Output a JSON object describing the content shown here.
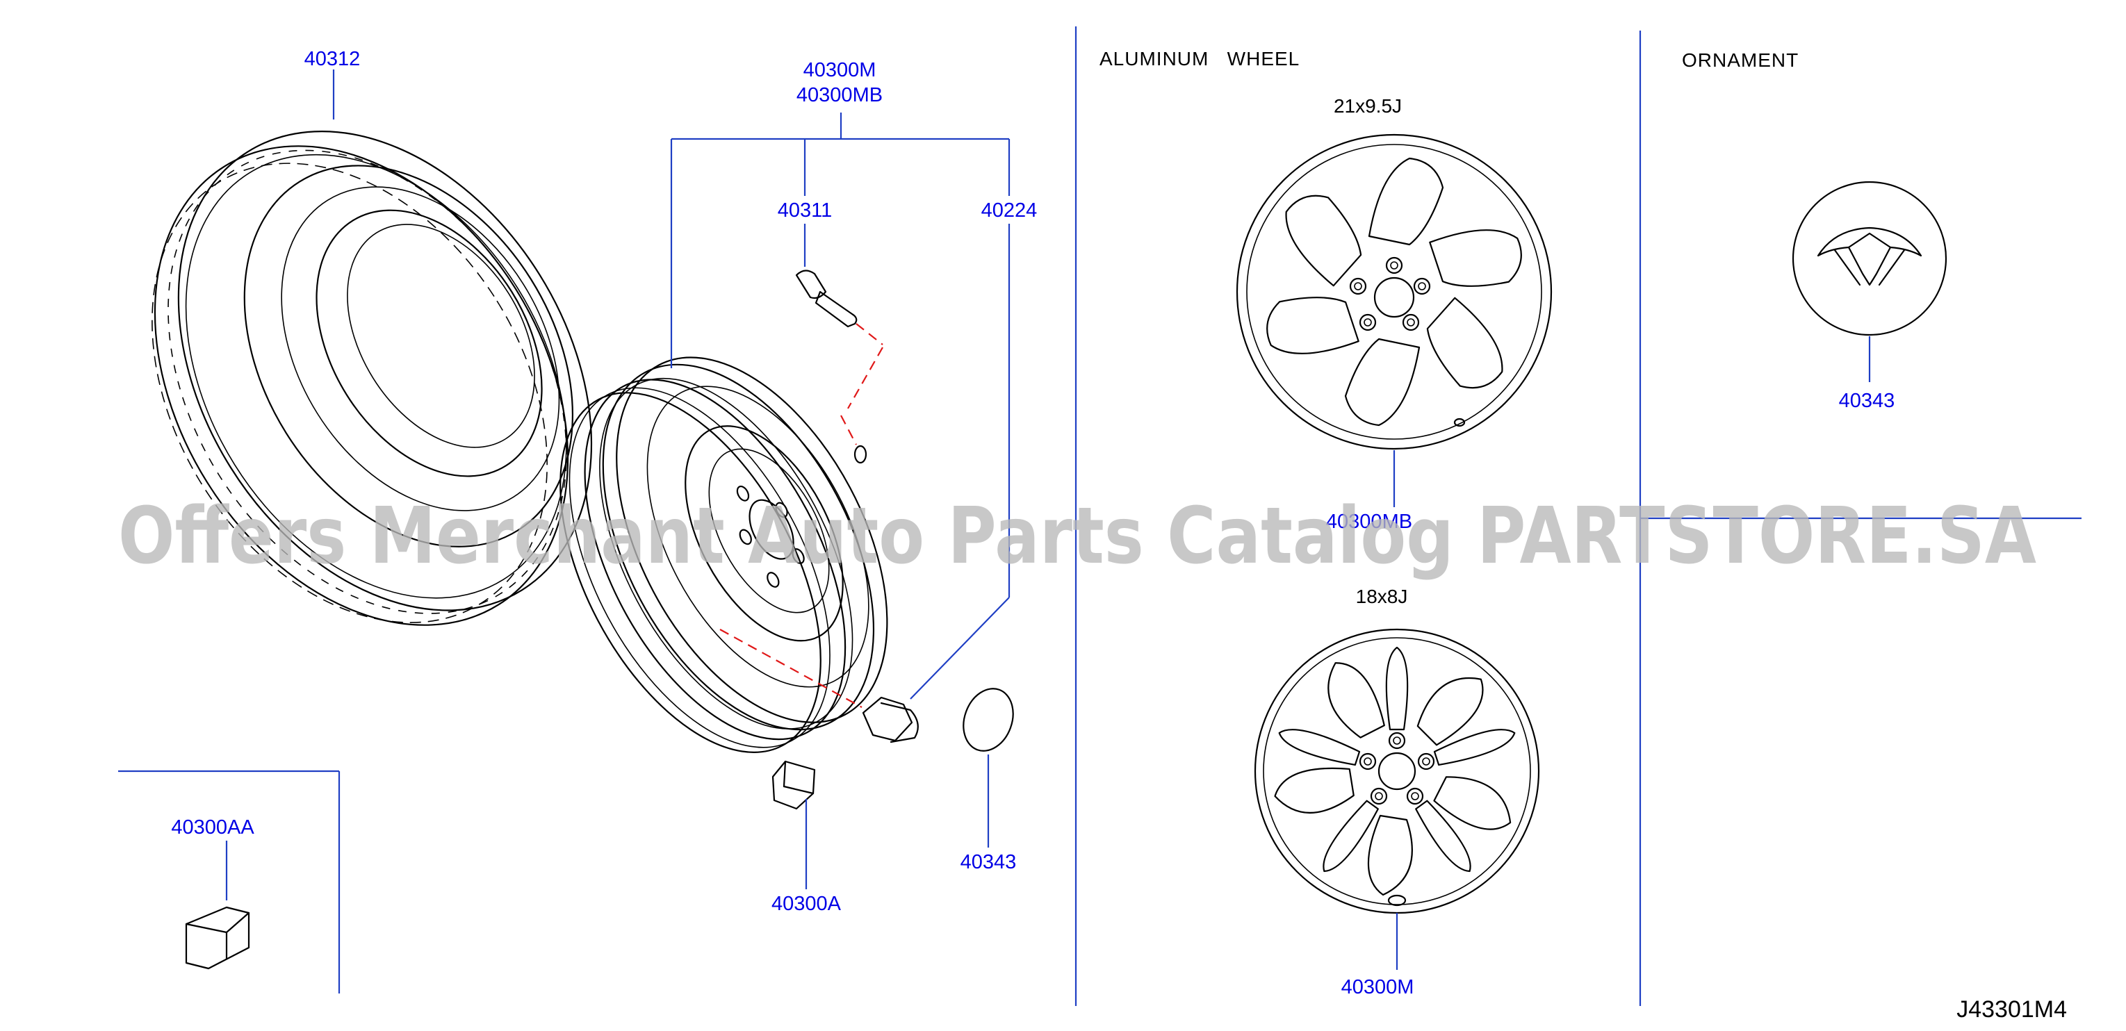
{
  "diagram_code": "J43301M4",
  "sections": {
    "aluminum_wheel": "ALUMINUM   WHEEL",
    "ornament": "ORNAMENT"
  },
  "wheel_sizes": {
    "upper": "21x9.5J",
    "lower": "18x8J"
  },
  "parts": {
    "tire": "40312",
    "wheel_assy_m": "40300M",
    "wheel_assy_mb": "40300MB",
    "valve": "40311",
    "nut": "40224",
    "balance_weight": "40300A",
    "cap": "40343",
    "weight_aa": "40300AA",
    "alloy_upper": "40300MB",
    "alloy_lower": "40300M",
    "ornament_cap": "40343"
  },
  "watermark": "Offers Merchant Auto Parts Catalog PARTSTORE.SA",
  "colors": {
    "part_number": "#0000e6",
    "leader_line": "#1f3fc4",
    "explode_line": "#e01818",
    "watermark": "#b9b9b9"
  }
}
